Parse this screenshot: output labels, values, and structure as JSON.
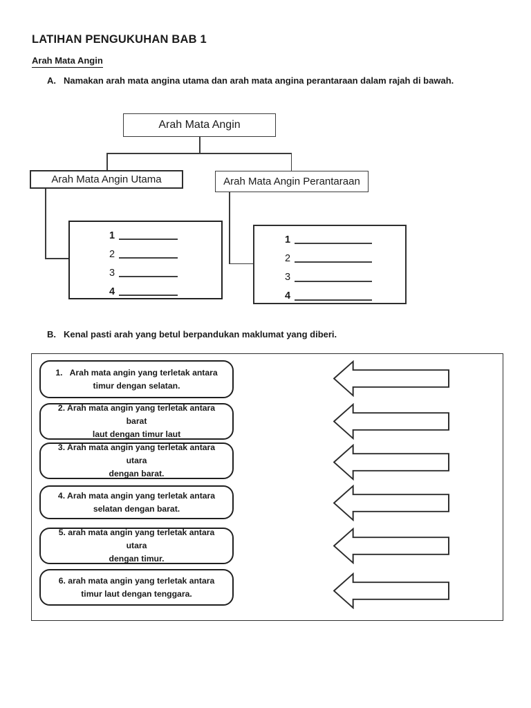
{
  "page": {
    "title": "LATIHAN PENGUKUHAN BAB 1",
    "subtitle": "Arah Mata Angin"
  },
  "section_a": {
    "label": "A.",
    "instruction": "Namakan arah mata angina utama dan arah mata angina perantaraan dalam rajah di bawah.",
    "diagram": {
      "root": "Arah Mata Angin",
      "left_branch": "Arah Mata Angin Utama",
      "right_branch": "Arah Mata Angin Perantaraan",
      "left_blanks": [
        "1",
        "2",
        "3",
        "4"
      ],
      "right_blanks": [
        "1",
        "2",
        "3",
        "4"
      ]
    }
  },
  "section_b": {
    "label": "B.",
    "instruction": "Kenal pasti arah yang betul berpandukan maklumat yang diberi.",
    "items": [
      {
        "line1": "1.   Arah mata angin yang terletak antara",
        "line2": "timur dengan selatan."
      },
      {
        "line1": "2. Arah mata angin yang terletak antara barat",
        "line2": "laut dengan timur laut"
      },
      {
        "line1": "3. Arah mata angin yang terletak antara utara",
        "line2": "dengan barat."
      },
      {
        "line1": "4. Arah mata angin yang terletak antara",
        "line2": "selatan dengan barat."
      },
      {
        "line1": "5. arah mata angin yang terletak antara utara",
        "line2": "dengan timur."
      },
      {
        "line1": "6. arah mata angin yang terletak antara",
        "line2": "timur laut dengan tenggara."
      }
    ],
    "arrow_icon": "left-block-arrow",
    "arrow_count": 6
  },
  "colors": {
    "background": "#ffffff",
    "ink": "#1a1a1a",
    "line": "#3a3a3a"
  }
}
